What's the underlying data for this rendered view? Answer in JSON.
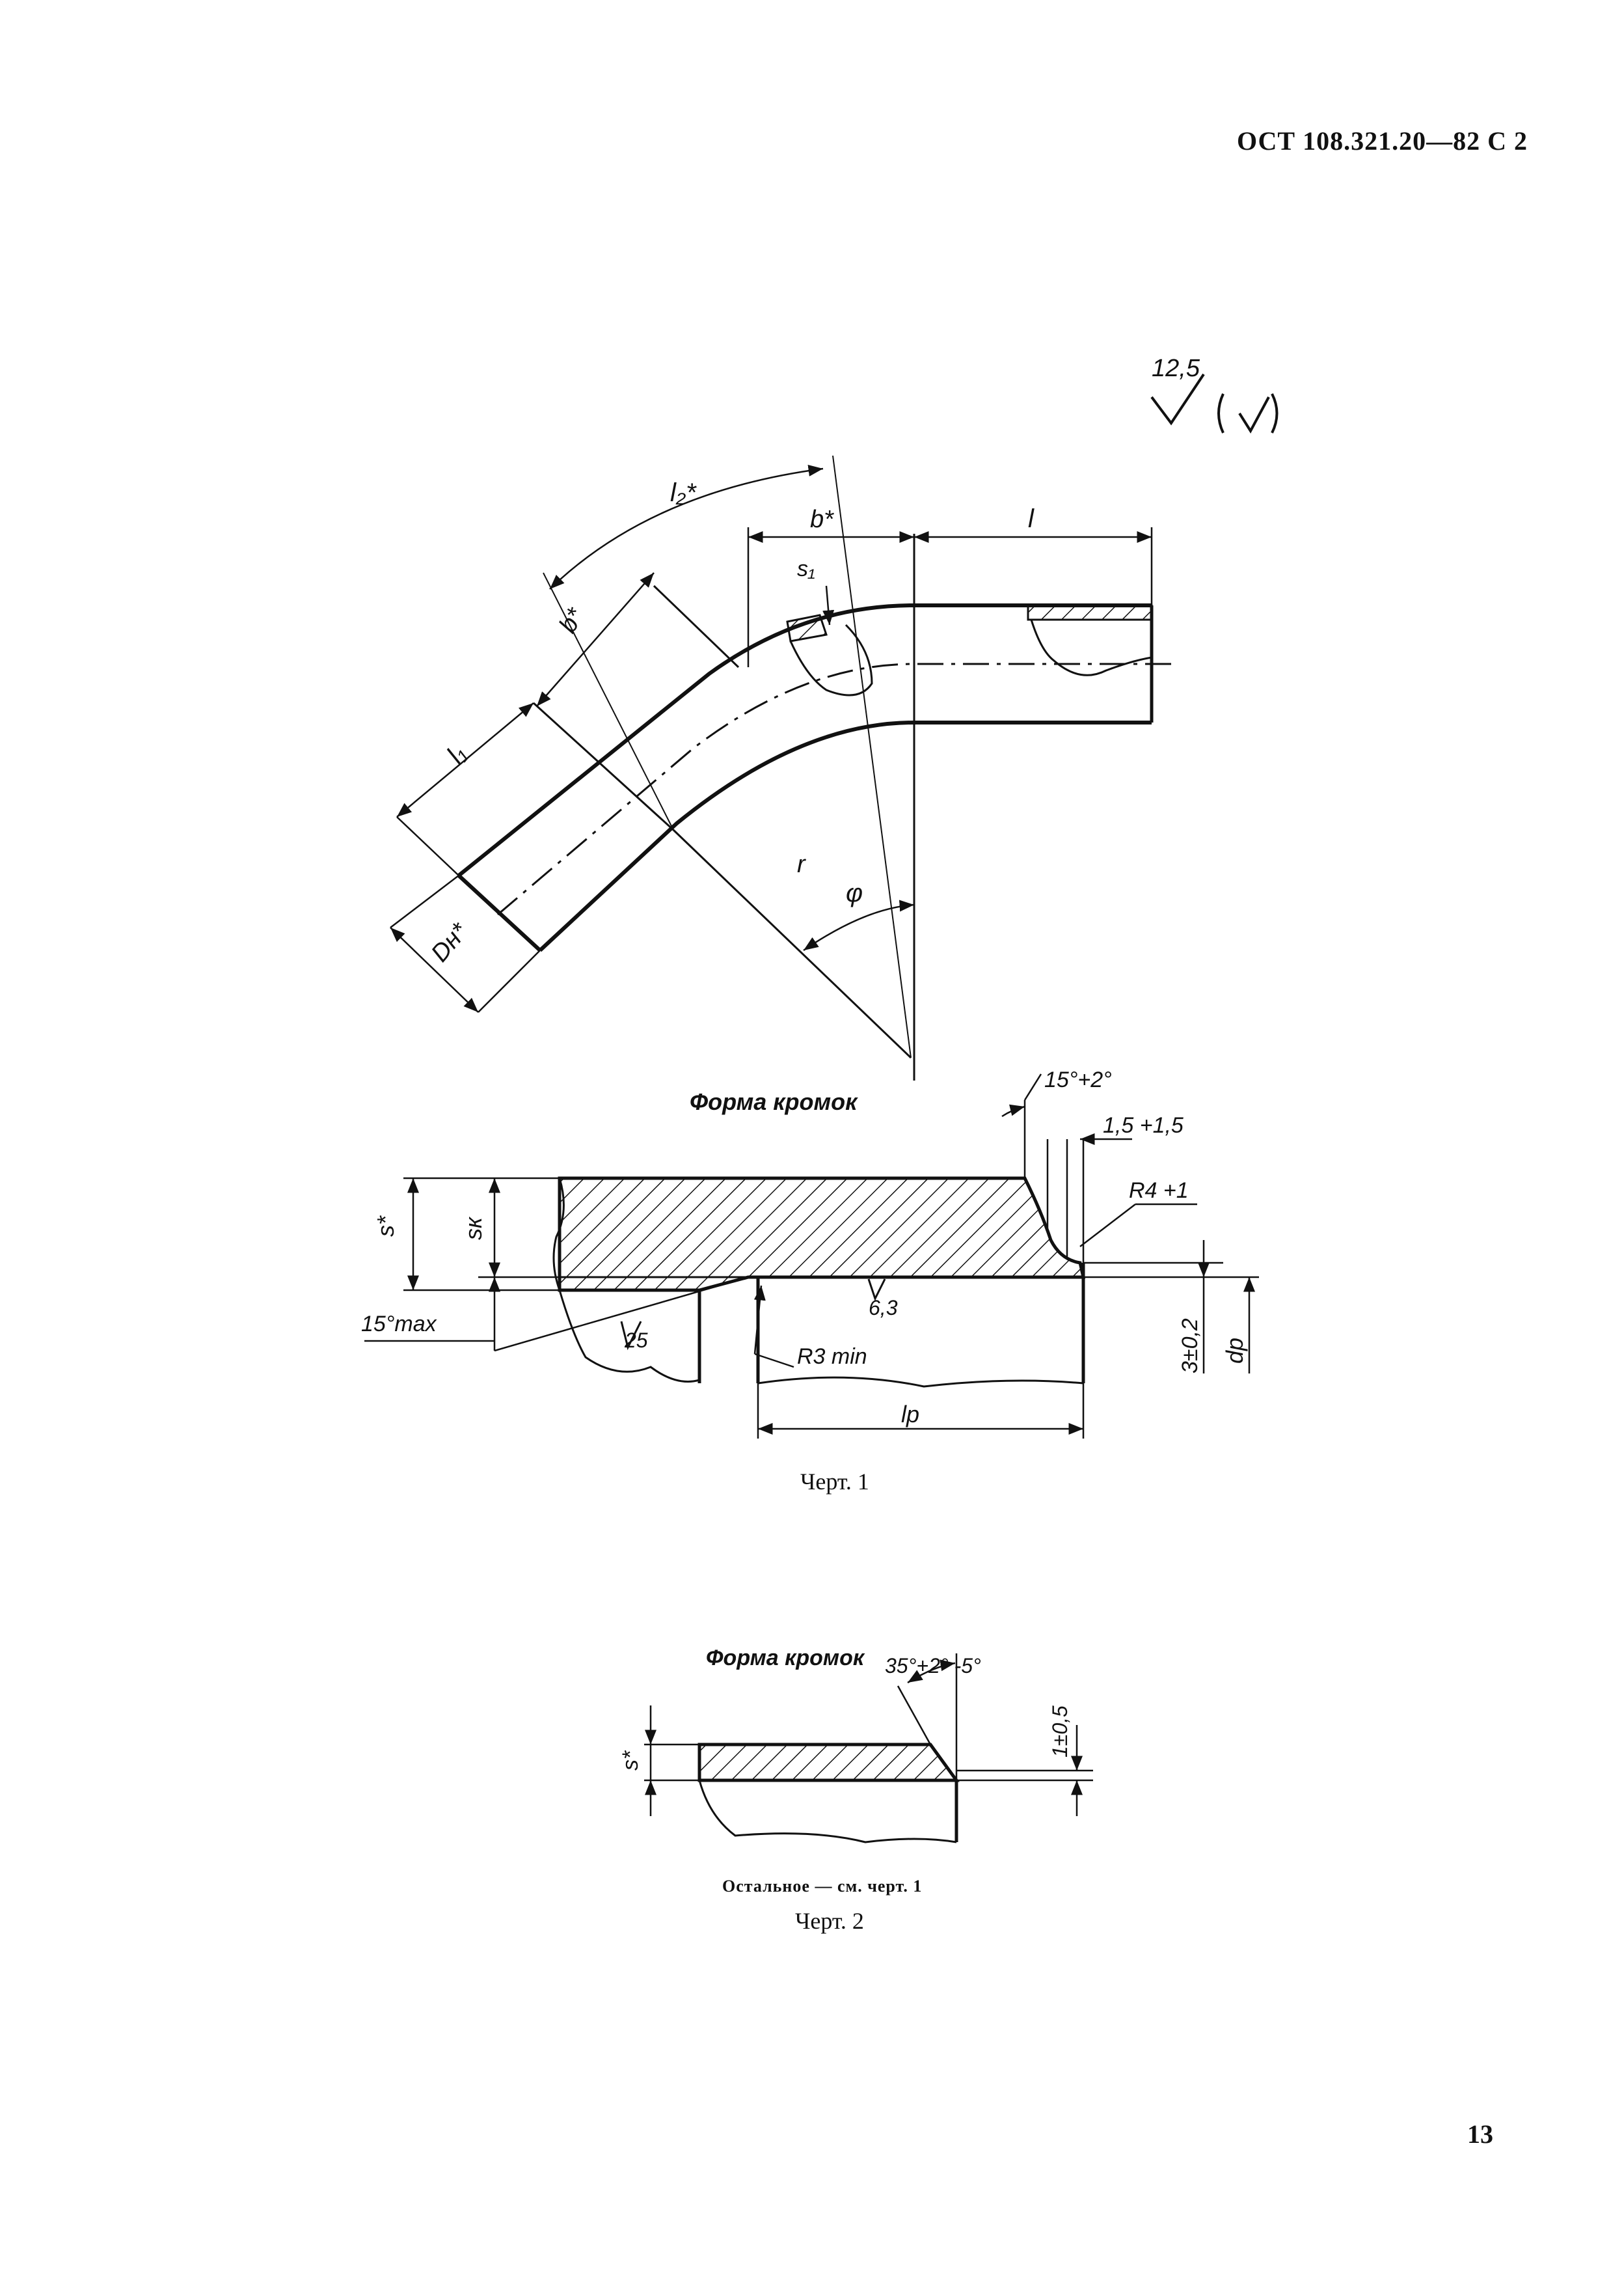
{
  "header": {
    "standard": "ОСТ 108.321.20—82 С 2"
  },
  "page_number": "13",
  "roughness_main": {
    "value": "12,5",
    "note": "(√)"
  },
  "fig1": {
    "labels": {
      "l2": "l₂*",
      "b1": "b*",
      "l": "l",
      "s1": "s₁",
      "b2": "b*",
      "l1": "l₁",
      "r": "r",
      "phi": "φ",
      "dn": "Dн*"
    },
    "section_title": "Форма кромок",
    "edge": {
      "angle": "15°+2°",
      "offset": "1,5 +1,5",
      "radius": "R4 +1",
      "s": "s*",
      "sk": "sк",
      "taper": "15°max",
      "rough_25": "25",
      "rough_63": "6,3",
      "r3": "R3 min",
      "lp": "lр",
      "tol": "3±0,2",
      "dp": "dр"
    },
    "caption": "Черт. 1"
  },
  "fig2": {
    "section_title": "Форма кромок",
    "angle": "35°+2° -5°",
    "s": "s*",
    "tol": "1±0,5",
    "note": "Остальное — см. черт. 1",
    "caption": "Черт. 2"
  }
}
